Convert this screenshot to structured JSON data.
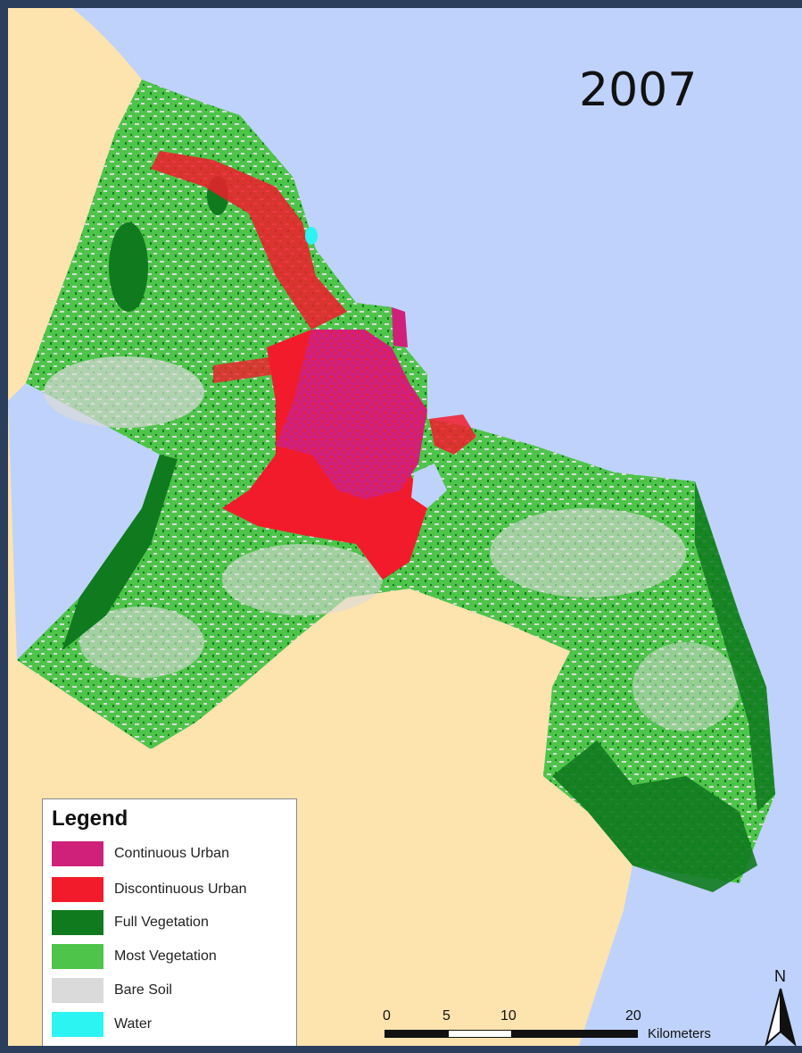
{
  "title": "2007",
  "colors": {
    "sea": "#bfd2fb",
    "land": "#fde3ae",
    "frame": "#2b3f5c",
    "continuous_urban": "#d0217a",
    "discontinuous_urban": "#f21b2b",
    "full_vegetation": "#0f7a1e",
    "most_vegetation": "#4ec44a",
    "bare_soil": "#dadada",
    "water": "#2cf4f2"
  },
  "legend": {
    "title": "Legend",
    "items": [
      {
        "label": "Continuous Urban",
        "color": "#d0217a"
      },
      {
        "label": "Discontinuous Urban",
        "color": "#f21b2b"
      },
      {
        "label": "Full Vegetation",
        "color": "#0f7a1e"
      },
      {
        "label": "Most Vegetation",
        "color": "#4ec44a"
      },
      {
        "label": "Bare Soil",
        "color": "#dadada"
      },
      {
        "label": "Water",
        "color": "#2cf4f2"
      }
    ]
  },
  "scale_bar": {
    "ticks": [
      "0",
      "5",
      "10",
      "20"
    ],
    "unit": "Kilometers"
  },
  "north_arrow": {
    "label": "N",
    "icon": "north-arrow-icon"
  }
}
